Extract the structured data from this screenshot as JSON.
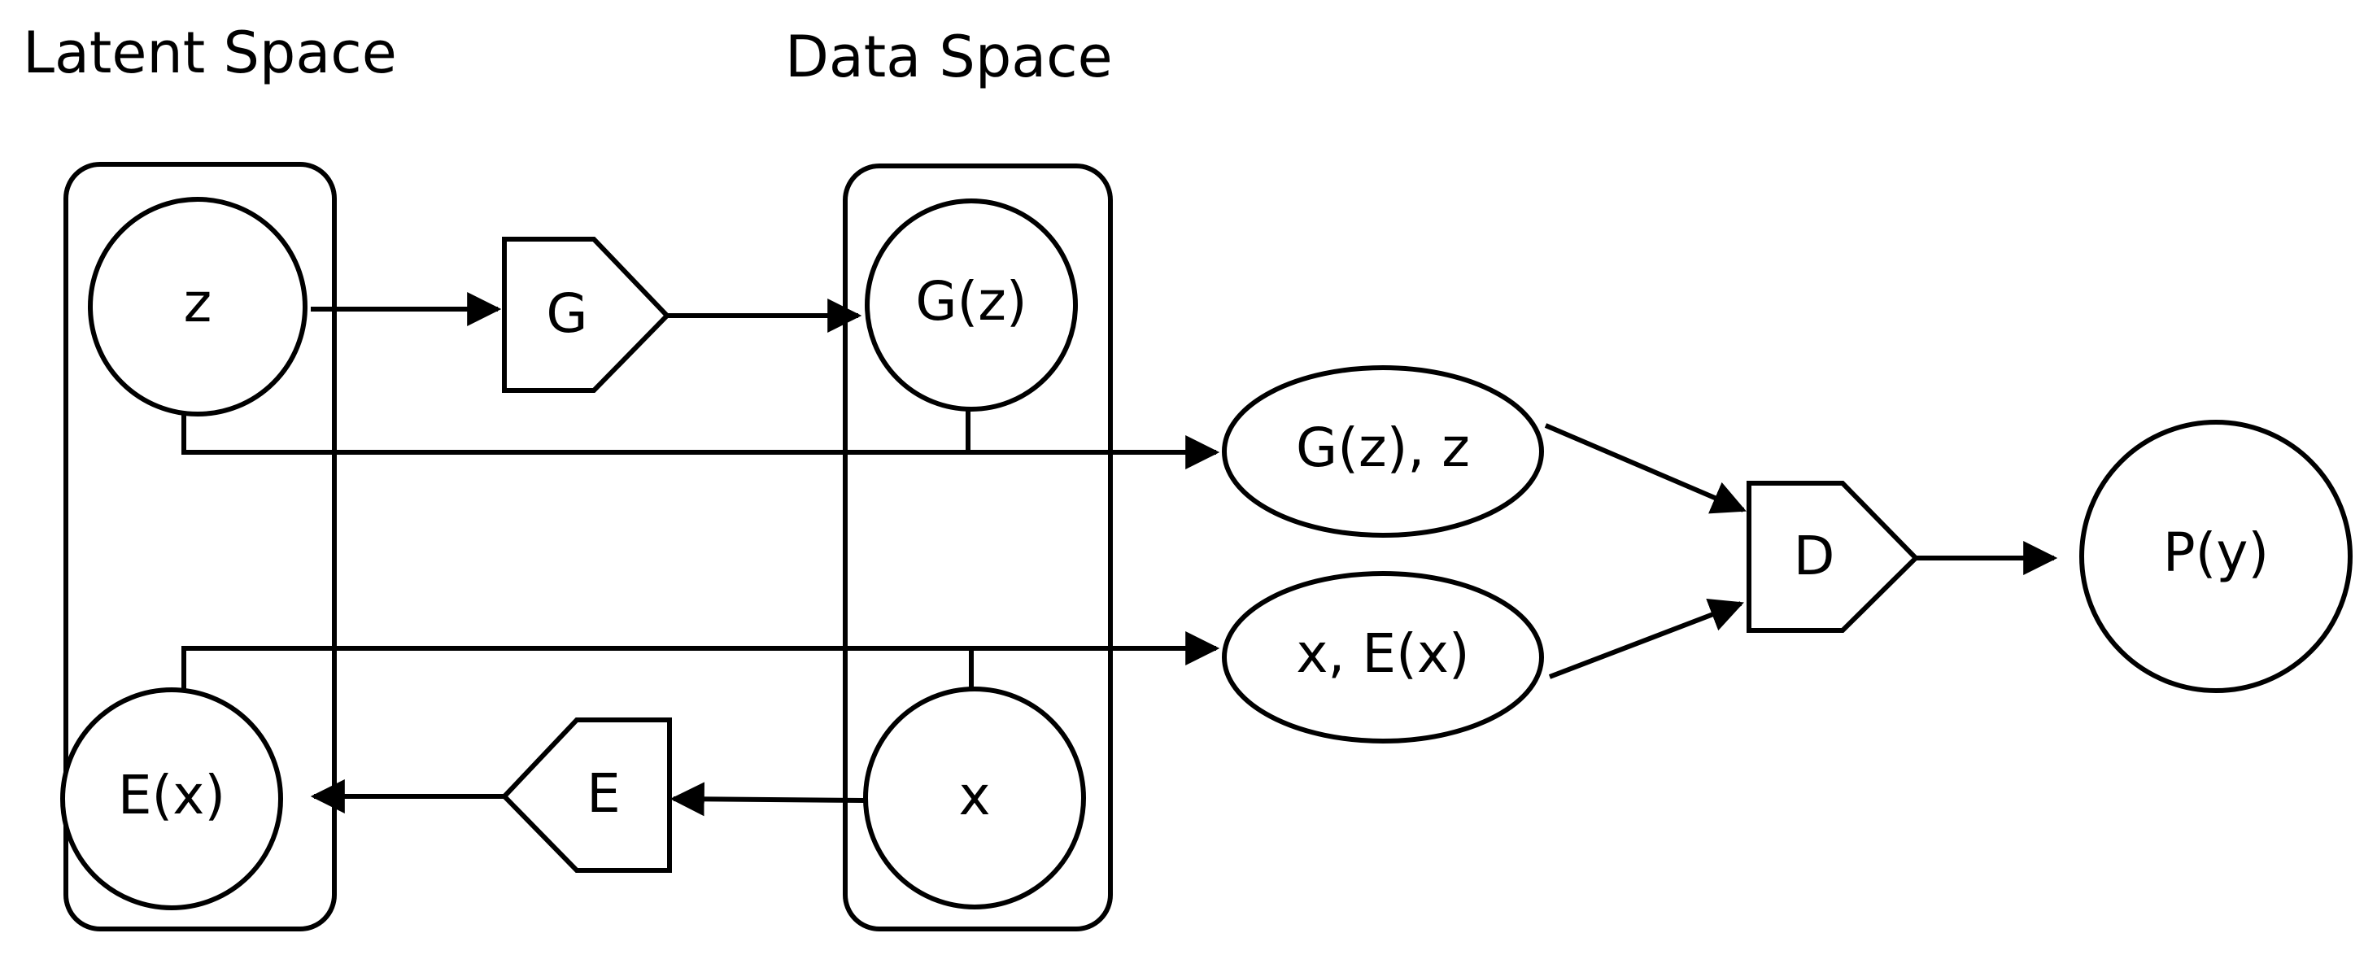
{
  "titles": {
    "latent_space": "Latent Space",
    "data_space": "Data Space"
  },
  "nodes": {
    "z": "z",
    "g_block": "G",
    "g_z": "G(z)",
    "joint_gz_z": "G(z), z",
    "x_ex_joint": "x, E(x)",
    "d_block": "D",
    "p_y": "P(y)",
    "e_x": "E(x)",
    "e_block": "E",
    "x": "x"
  },
  "colors": {
    "stroke": "#000000",
    "fill": "#ffffff"
  }
}
